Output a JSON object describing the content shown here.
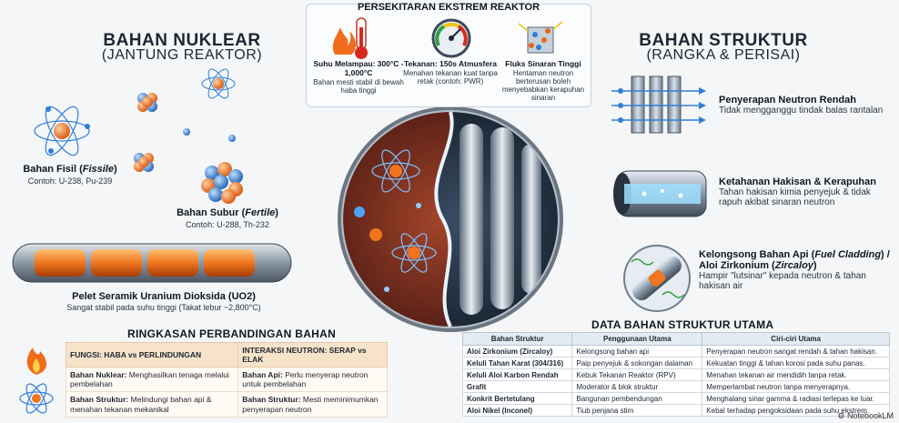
{
  "left": {
    "title": "BAHAN NUKLEAR",
    "subtitle": "(JANTUNG REAKTOR)",
    "fissile": {
      "label_prefix": "Bahan Fisil (",
      "label_term": "Fissile",
      "label_suffix": ")",
      "example": "Contoh: U-238, Pu-239"
    },
    "fertile": {
      "label_prefix": "Bahan Subur (",
      "label_term": "Fertile",
      "label_suffix": ")",
      "example": "Contoh: U-288, Th-232"
    },
    "pellet": {
      "label": "Pelet Seramik Uranium Dioksida (UO2)",
      "desc": "Sangat stabil pada suhu tinggi (Takat lebur ~2,800°C)"
    }
  },
  "env": {
    "title": "PERSEKITARAN EKSTREM REAKTOR",
    "items": [
      {
        "icon": "thermometer-icon",
        "head": "Suhu Melampau: 300°C - 1,000°C",
        "desc": "Bahan mesti stabil di bewah haba tinggi"
      },
      {
        "icon": "pressure-gauge-icon",
        "head": "Tekanan: 150s Atmusfera",
        "desc": "Menahan tekanan kuat tanpa retak (contoh: PWR)"
      },
      {
        "icon": "radiation-flux-icon",
        "head": "Fluks Sinaran Tinggi",
        "desc": "Hentaman neutron berterusan boleh menyebabkan kerapuhan sinaran"
      }
    ]
  },
  "right": {
    "title": "BAHAN STRUKTUR",
    "subtitle": "(RANGKA & PERISAI)",
    "features": [
      {
        "head": "Penyerapan Neutron Rendah",
        "desc": "Tidak mengganggu tindak balas rantalan"
      },
      {
        "head": "Ketahanan Hakisan & Kerapuhan",
        "desc": "Tahan hakisan kimia penyejuk & tidak rapuh akibat sinaran neutron"
      },
      {
        "head_prefix": "Kelongsong Bahan Api (",
        "head_term1": "Fuel Cladding",
        "head_mid": ") / Aloi Zirkonium (",
        "head_term2": "Zircaloy",
        "head_suffix": ")",
        "desc": "Hampir \"lutsinar\" kepada neutron & tahan hakisan air"
      }
    ]
  },
  "comparison": {
    "title": "RINGKASAN PERBANDINGAN BAHAN",
    "headers": [
      "FUNGSI: HABA vs PERLINDUNGAN",
      "INTERAKSI NEUTRON: SERAP vs ELAK"
    ],
    "rows": [
      [
        {
          "b": "Bahan Nuklear:",
          "t": " Menghasilkan tenaga melalui pembelahan"
        },
        {
          "b": "Bahan Api:",
          "t": " Perlu menyerap neutron untuk pembelahan"
        }
      ],
      [
        {
          "b": "Bahan Struktur:",
          "t": " Melindungi bahan api & menahan tekanan mekanikal"
        },
        {
          "b": "Bahan Struktur:",
          "t": " Mesti meminimumkan penyerapan neutron"
        }
      ]
    ]
  },
  "structure_table": {
    "title": "DATA BAHAN STRUKTUR UTAMA",
    "headers": [
      "Bahan Struktur",
      "Penggunaan Utama",
      "Ciri-ciri Utama"
    ],
    "rows": [
      [
        "Aloi Zirkonium (Zircaloy)",
        "Kelongsong bahan api",
        "Penyerapan neutron sangat rendah & tahan hakisan."
      ],
      [
        "Keluli Tahan Karat (304/316)",
        "Paip penyejuk & sokongan dalaman",
        "Kekuatan tinggi & tahan korosi pada suhu panas."
      ],
      [
        "Keluli Aloi Karbon Rendah",
        "Kebuk Tekanan Reaktor (RPV)",
        "Menahan tekanan air mendidih tanpa retak."
      ],
      [
        "Grafit",
        "Moderator & blok struktur",
        "Memperlambat neutron tanpa menyerapnya."
      ],
      [
        "Konkrit Bertetulang",
        "Bangunan pembendungan",
        "Menghalang sinar gamma & radiasi terlepas ke luar."
      ],
      [
        "Aloi Nikel (Inconel)",
        "Tiub penjana stim",
        "Kebal terhadap pengoksidaan pada suhu ekstrem."
      ]
    ]
  },
  "watermark": "NotebookLM",
  "colors": {
    "uranium": "#e8681c",
    "neutron": "#2f7fd6",
    "steel": "#8a9aab",
    "warm_bg": "#f7e3c9"
  }
}
